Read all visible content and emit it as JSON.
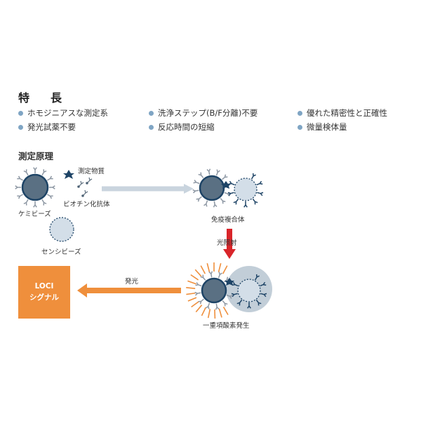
{
  "features": {
    "title_left": "特",
    "title_right": "長",
    "items": [
      "ホモジニアスな測定系",
      "洗浄ステップ(B/F分離)不要",
      "優れた精密性と正確性",
      "発光試薬不要",
      "反応時間の短縮",
      "微量検体量"
    ]
  },
  "principle": {
    "title": "測定原理",
    "labels": {
      "analyte": "測定物質",
      "biotin_antibody": "ビオチン化抗体",
      "chemibeads": "ケミビーズ",
      "sensibeads": "センシビーズ",
      "immune_complex": "免疫複合体",
      "irradiation": "光照射",
      "luminescence": "発光",
      "singlet_oxygen": "一重項酸素発生"
    },
    "loci": {
      "line1": "LOCI",
      "line2": "シグナル"
    }
  },
  "colors": {
    "bead_fill": "#5a7083",
    "bead_stroke": "#1e4466",
    "sensibead_fill": "#d3dee8",
    "bullet": "#7fa5c4",
    "arrow_grey": "#c9d4de",
    "arrow_red": "#d9252a",
    "arrow_orange": "#ef8f3c",
    "antibody": "#8d97a3"
  }
}
